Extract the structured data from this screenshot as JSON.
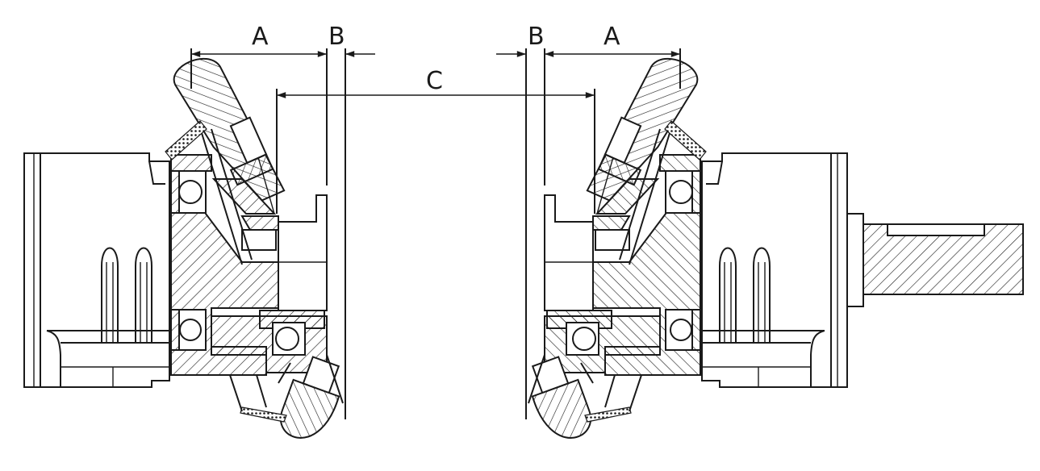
{
  "labels": {
    "left_a": "A",
    "left_b": "B",
    "center_c": "C",
    "right_b": "B",
    "right_a": "A"
  },
  "colors": {
    "line": "#1a1a1a",
    "background": "#ffffff"
  }
}
